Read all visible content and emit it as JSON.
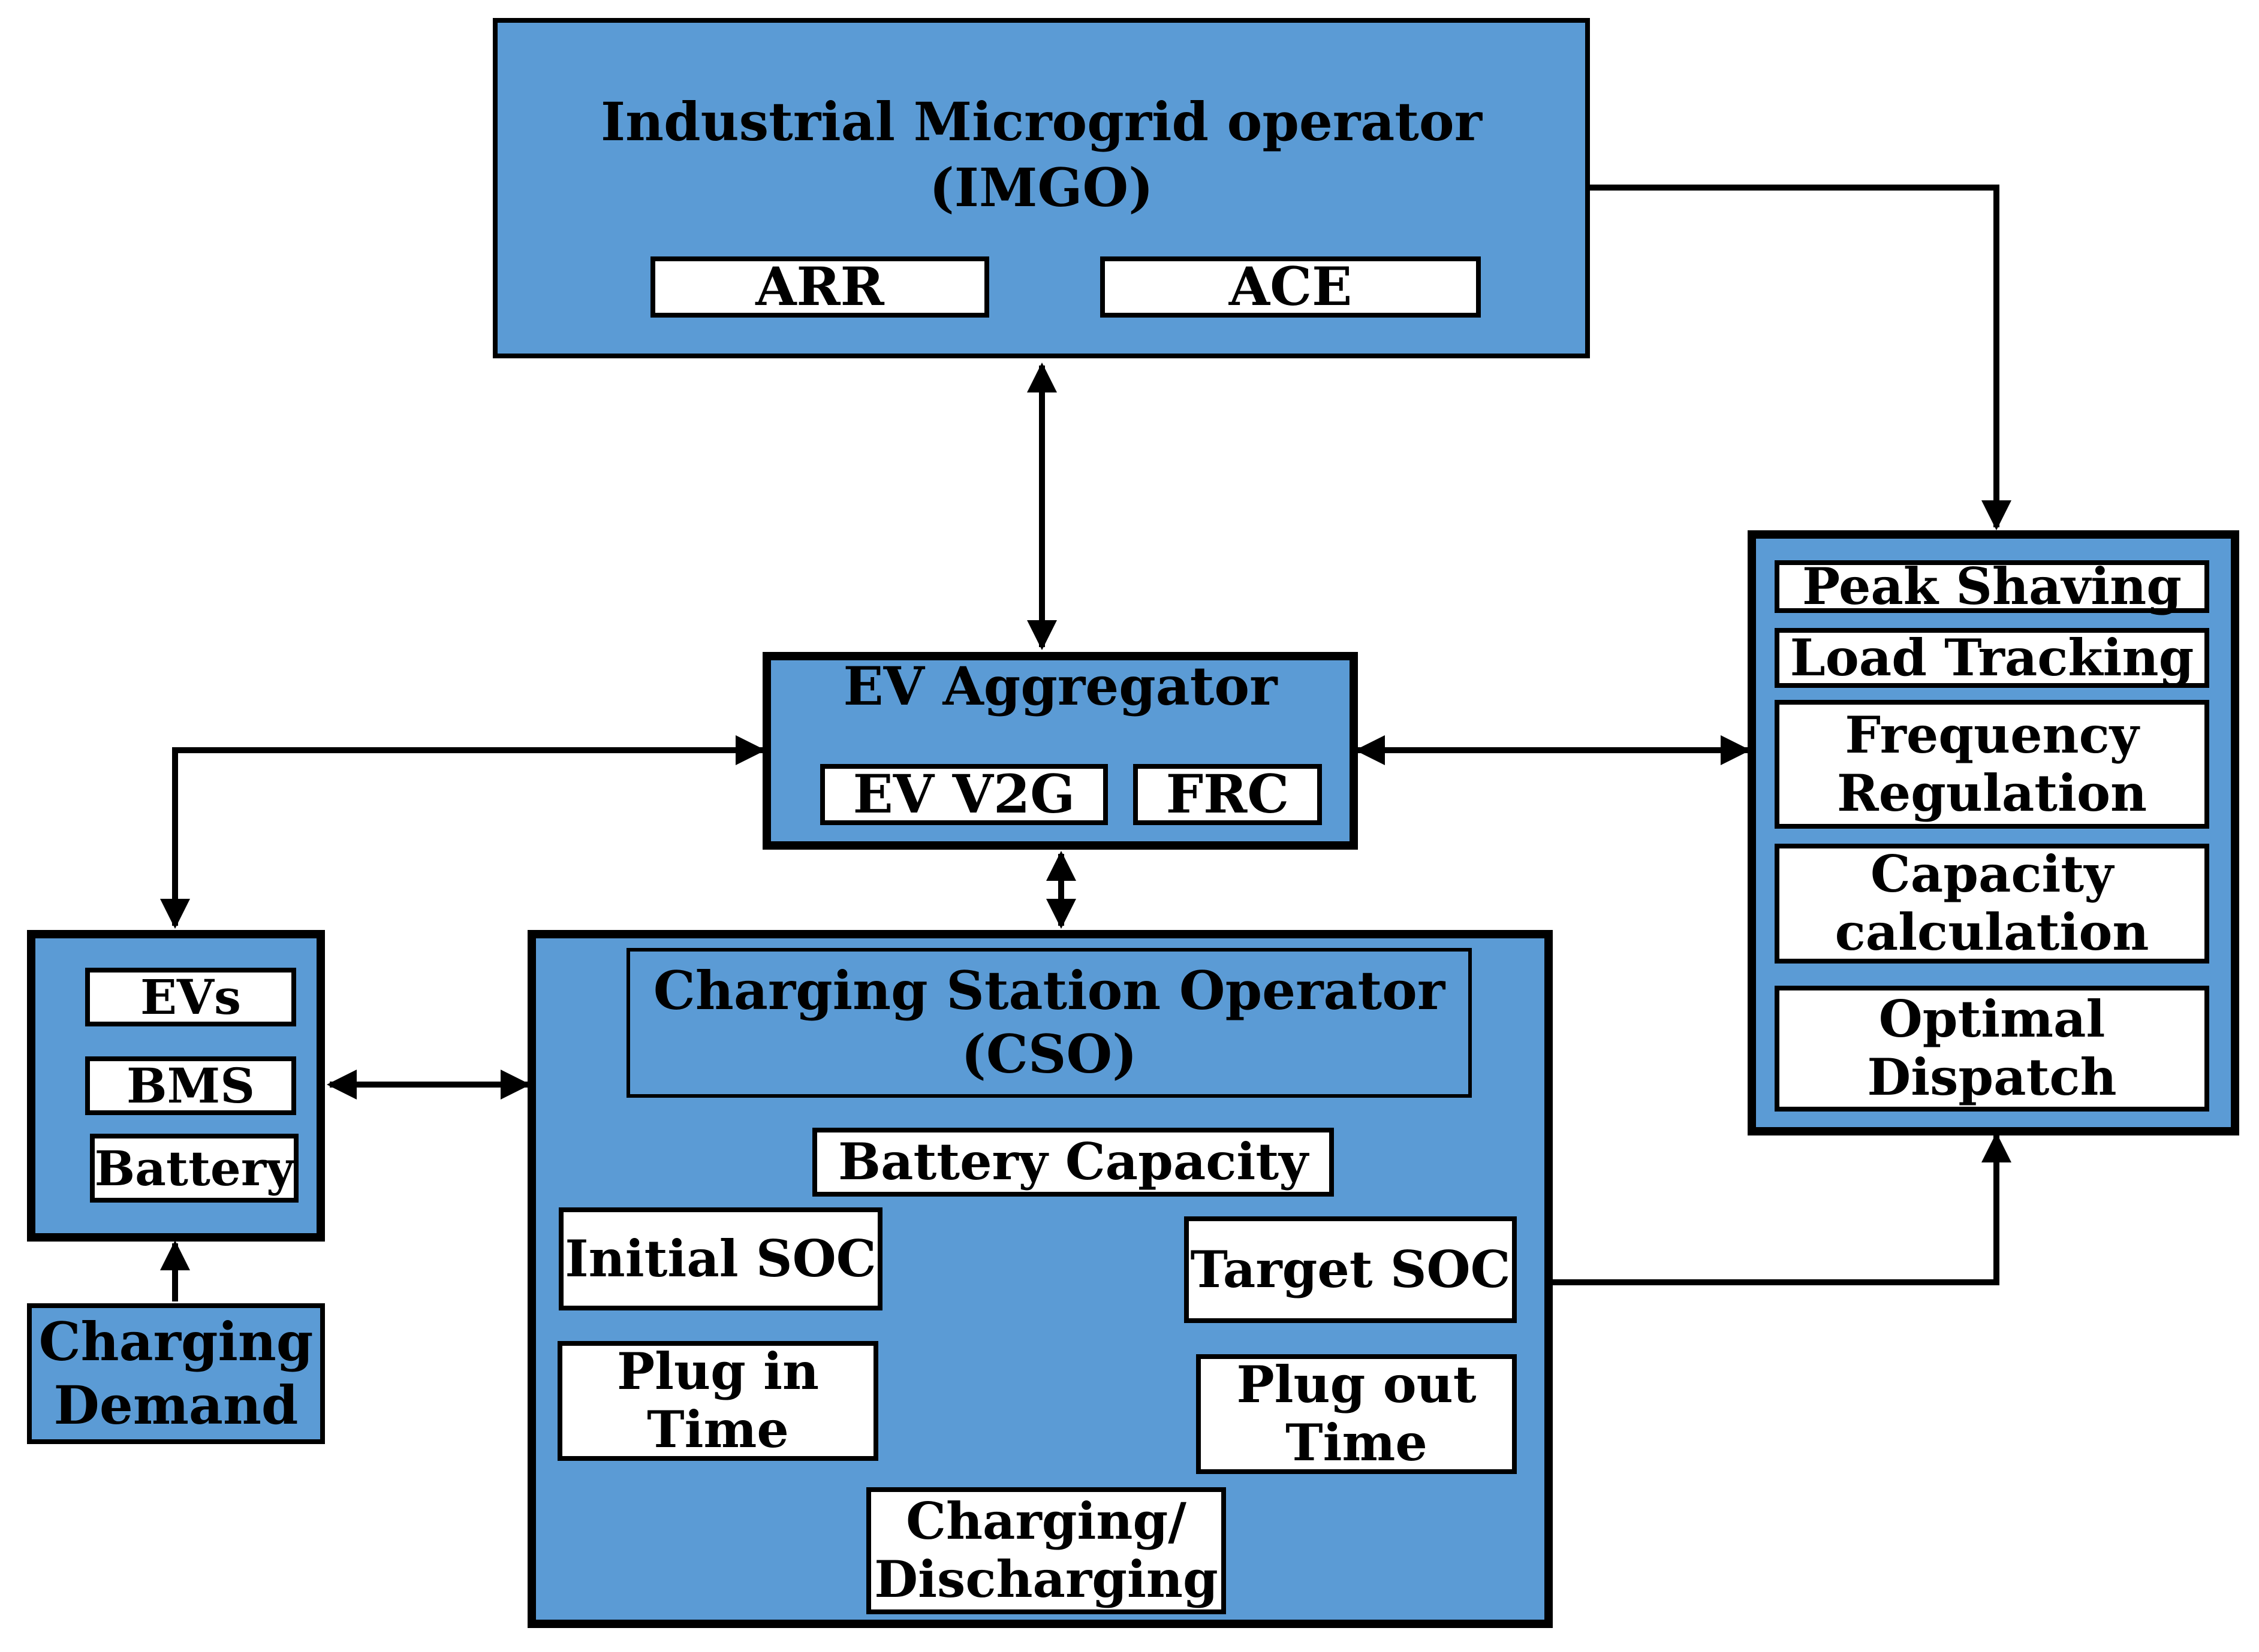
{
  "imgo": {
    "title": "Industrial Microgrid operator\n(IMGO)",
    "items": [
      "ARR",
      "ACE"
    ]
  },
  "aggregator": {
    "title": "EV Aggregator",
    "items": [
      "EV V2G",
      "FRC"
    ]
  },
  "ev_block": {
    "items": [
      "EVs",
      "BMS",
      "Battery"
    ]
  },
  "charging_demand": "Charging\nDemand",
  "cso": {
    "title": "Charging Station Operator\n(CSO)",
    "battery_capacity": "Battery Capacity",
    "initial_soc": "Initial SOC",
    "target_soc": "Target SOC",
    "plug_in_time": "Plug in\nTime",
    "plug_out_time": "Plug out\nTime",
    "charging_discharging": "Charging/\nDischarging"
  },
  "services": {
    "items": [
      "Peak Shaving",
      "Load Tracking",
      "Frequency\nRegulation",
      "Capacity\ncalculation",
      "Optimal\nDispatch"
    ]
  },
  "colors": {
    "block_fill": "#5b9bd5",
    "border": "#000000",
    "inner_fill": "#ffffff"
  }
}
